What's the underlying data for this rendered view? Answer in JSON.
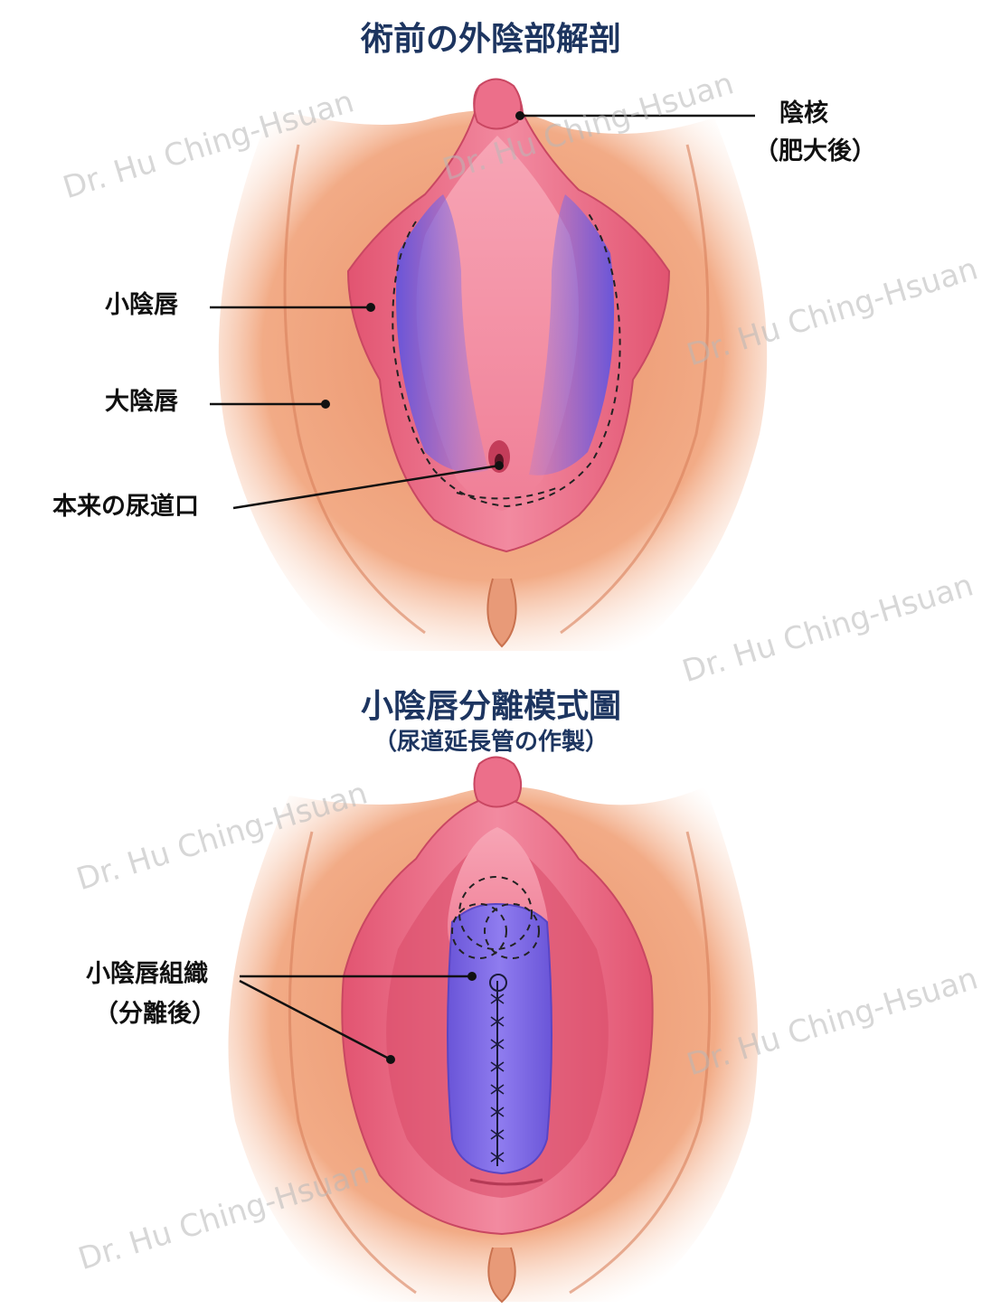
{
  "top_diagram": {
    "title": "術前の外陰部解剖",
    "labels": {
      "clitoris_line1": "陰核",
      "clitoris_line2": "（肥大後）",
      "labia_minora": "小陰唇",
      "labia_majora": "大陰唇",
      "urethral_opening": "本来の尿道口"
    }
  },
  "bottom_diagram": {
    "title": "小陰唇分離模式圖",
    "subtitle": "（尿道延長管の作製）",
    "labels": {
      "tissue_line1": "小陰唇組織",
      "tissue_line2": "（分離後）"
    }
  },
  "watermark": "Dr. Hu Ching-Hsuan",
  "colors": {
    "title": "#1d3560",
    "skin": "#f0a77f",
    "mucosa": "#e8607a",
    "highlight": "#7b5ee0"
  }
}
